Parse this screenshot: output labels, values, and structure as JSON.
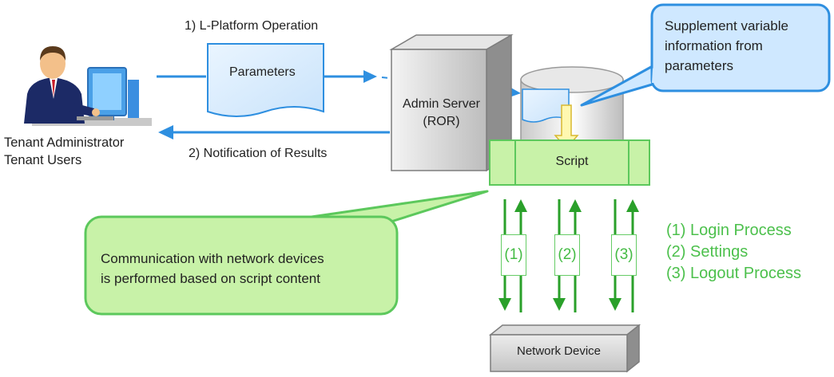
{
  "actors": {
    "tenant_admin": "Tenant Administrator",
    "tenant_users": "Tenant Users"
  },
  "steps": {
    "operation": "1) L-Platform Operation",
    "notification": "2) Notification of Results"
  },
  "parameters_label": "Parameters",
  "admin_server": {
    "line1": "Admin Server",
    "line2": "(ROR)"
  },
  "script_label": "Script",
  "network_device_label": "Network Device",
  "callout_blue": [
    "Supplement variable",
    "information from",
    "parameters"
  ],
  "callout_green": [
    "Communication with network devices",
    "is performed based on script content"
  ],
  "process_markers": [
    "(1)",
    "(2)",
    "(3)"
  ],
  "process_legend": [
    "(1) Login Process",
    "(2) Settings",
    "(3) Logout Process"
  ],
  "colors": {
    "flow_blue": "#2e8fe0",
    "doc_fill": "#dceefc",
    "green_fill": "#c8f2a8",
    "green_border": "#5cc85c",
    "green_text": "#4cc04c",
    "server_gray": "#bdbdbd"
  }
}
